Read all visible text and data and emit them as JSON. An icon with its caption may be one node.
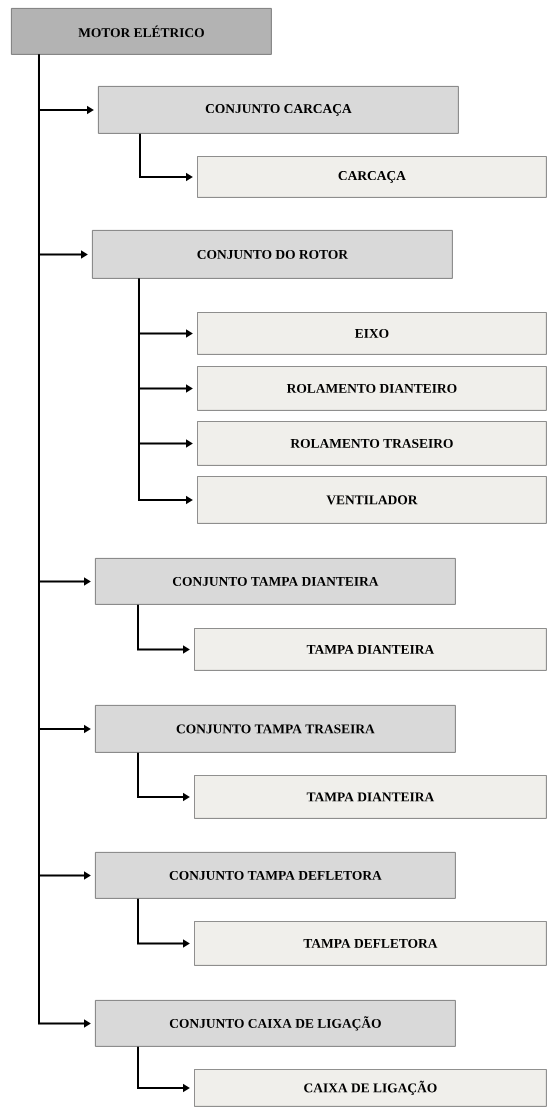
{
  "diagram": {
    "nodes": [
      {
        "text": [
          "MOTOR ELÉTRICO"
        ]
      },
      {
        "text": [
          "CONJUNTO CARCAÇA"
        ]
      },
      {
        "text": [
          "CARCAÇA"
        ]
      },
      {
        "text": [
          "CONJUNTO DO ROTOR"
        ]
      },
      {
        "text": [
          "EIXO"
        ]
      },
      {
        "text": [
          "ROLAMENTO DIANTEIRO"
        ]
      },
      {
        "text": [
          "ROLAMENTO TRASEIRO"
        ]
      },
      {
        "text": [
          "VENTILADOR"
        ]
      },
      {
        "text": [
          "CONJUNTO TAMPA DIANTEIRA"
        ]
      },
      {
        "text": [
          "TAMPA DIANTEIRA"
        ]
      },
      {
        "text": [
          "CONJUNTO TAMPA TRASEIRA"
        ]
      },
      {
        "text": [
          "TAMPA DIANTEIRA"
        ]
      },
      {
        "text": [
          "CONJUNTO TAMPA DEFLETORA"
        ]
      },
      {
        "text": [
          "TAMPA DEFLETORA"
        ]
      },
      {
        "text": [
          "CONJUNTO CAIXA DE LIGAÇÃO"
        ]
      },
      {
        "text": [
          "CAIXA DE LIGAÇÃO"
        ]
      }
    ],
    "edges": [
      {
        "from": 0,
        "to": 1,
        "arrow": "to"
      },
      {
        "from": 1,
        "to": 2,
        "arrow": "to"
      },
      {
        "from": 0,
        "to": 3,
        "arrow": "to"
      },
      {
        "from": 3,
        "to": 4,
        "arrow": "to"
      },
      {
        "from": 3,
        "to": 5,
        "arrow": "to"
      },
      {
        "from": 3,
        "to": 6,
        "arrow": "to"
      },
      {
        "from": 3,
        "to": 7,
        "arrow": "to"
      },
      {
        "from": 0,
        "to": 8,
        "arrow": "to"
      },
      {
        "from": 8,
        "to": 9,
        "arrow": "to"
      },
      {
        "from": 0,
        "to": 10,
        "arrow": "to"
      },
      {
        "from": 10,
        "to": 11,
        "arrow": "to"
      },
      {
        "from": 0,
        "to": 12,
        "arrow": "to"
      },
      {
        "from": 12,
        "to": 13,
        "arrow": "to"
      },
      {
        "from": 0,
        "to": 14,
        "arrow": "to"
      },
      {
        "from": 14,
        "to": 15,
        "arrow": "to"
      }
    ]
  }
}
